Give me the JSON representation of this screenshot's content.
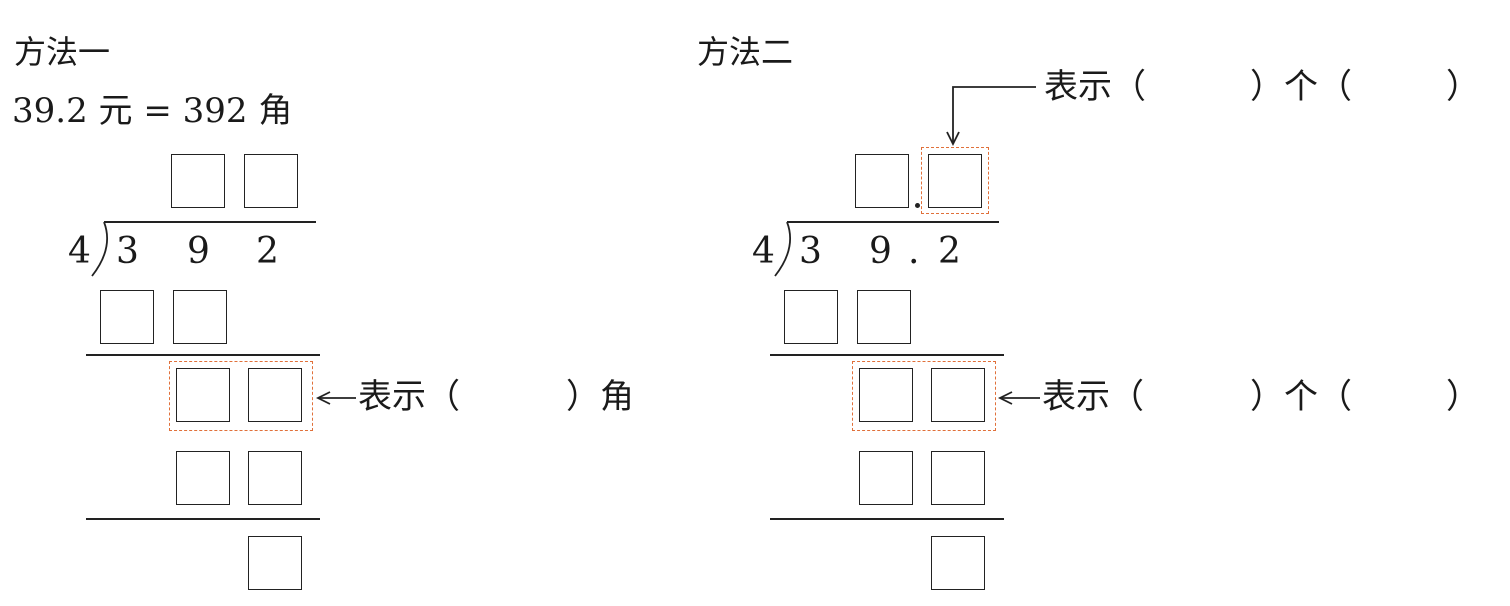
{
  "method1": {
    "heading": "方法一",
    "conversion": "39.2 元 = 392 角",
    "divisor": "4",
    "dividend": [
      "3",
      "9",
      "2"
    ],
    "note_prefix": "表示（",
    "note_suffix": "）角"
  },
  "method2": {
    "heading": "方法二",
    "divisor": "4",
    "dividend": [
      "3",
      "9",
      ".",
      "2"
    ],
    "top_note_prefix": "表示（",
    "top_note_middle": "）个（",
    "top_note_suffix": "）",
    "mid_note_prefix": "表示（",
    "mid_note_middle": "）个（",
    "mid_note_suffix": "）"
  },
  "colors": {
    "ink": "#222222",
    "dashed_highlight": "#e0703a"
  }
}
